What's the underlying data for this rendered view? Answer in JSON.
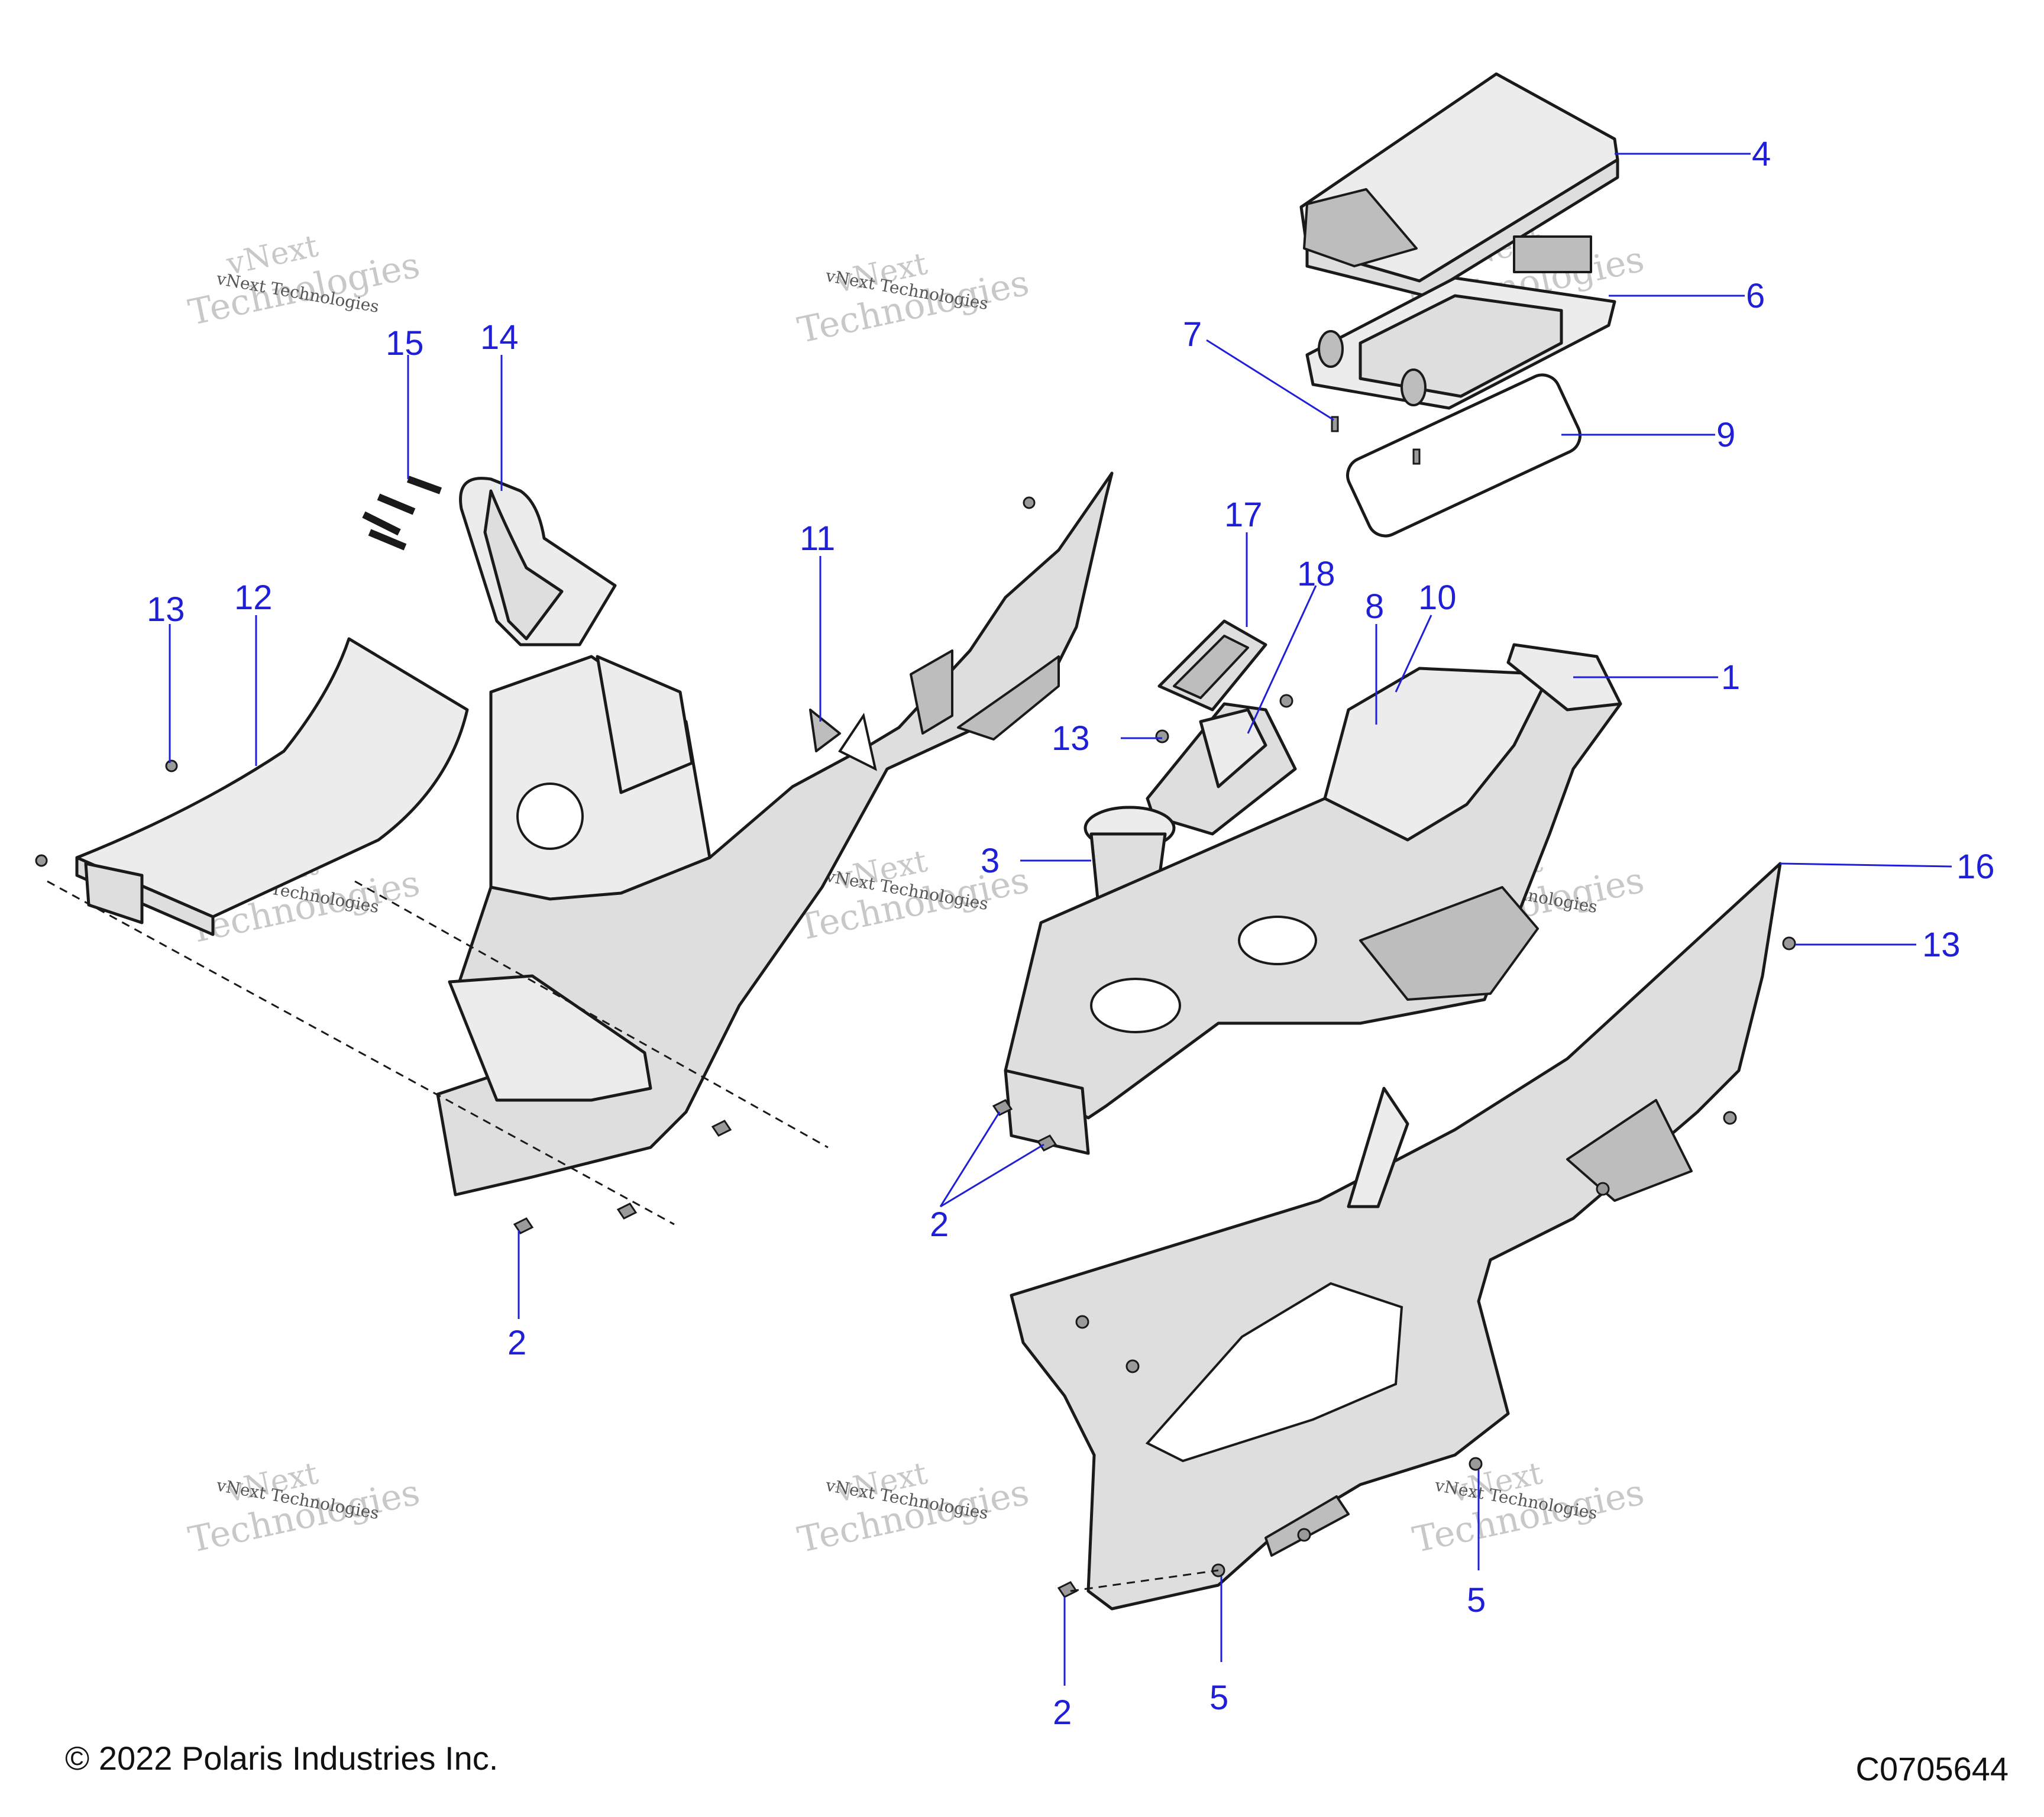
{
  "diagram": {
    "callouts": [
      "4",
      "6",
      "7",
      "9",
      "15",
      "14",
      "11",
      "17",
      "18",
      "8",
      "10",
      "1",
      "13",
      "12",
      "13",
      "3",
      "16",
      "13",
      "2",
      "2",
      "2",
      "5",
      "5"
    ]
  },
  "watermark": {
    "line1": "vNext",
    "line2": "Technologies",
    "small": "vNext Technologies"
  },
  "footer": {
    "copyright": "© 2022 Polaris Industries Inc.",
    "code": "C0705644"
  },
  "colors": {
    "callout": "#1f1fd8",
    "part_fill": "#dedede",
    "outline": "#1a1a1a"
  }
}
